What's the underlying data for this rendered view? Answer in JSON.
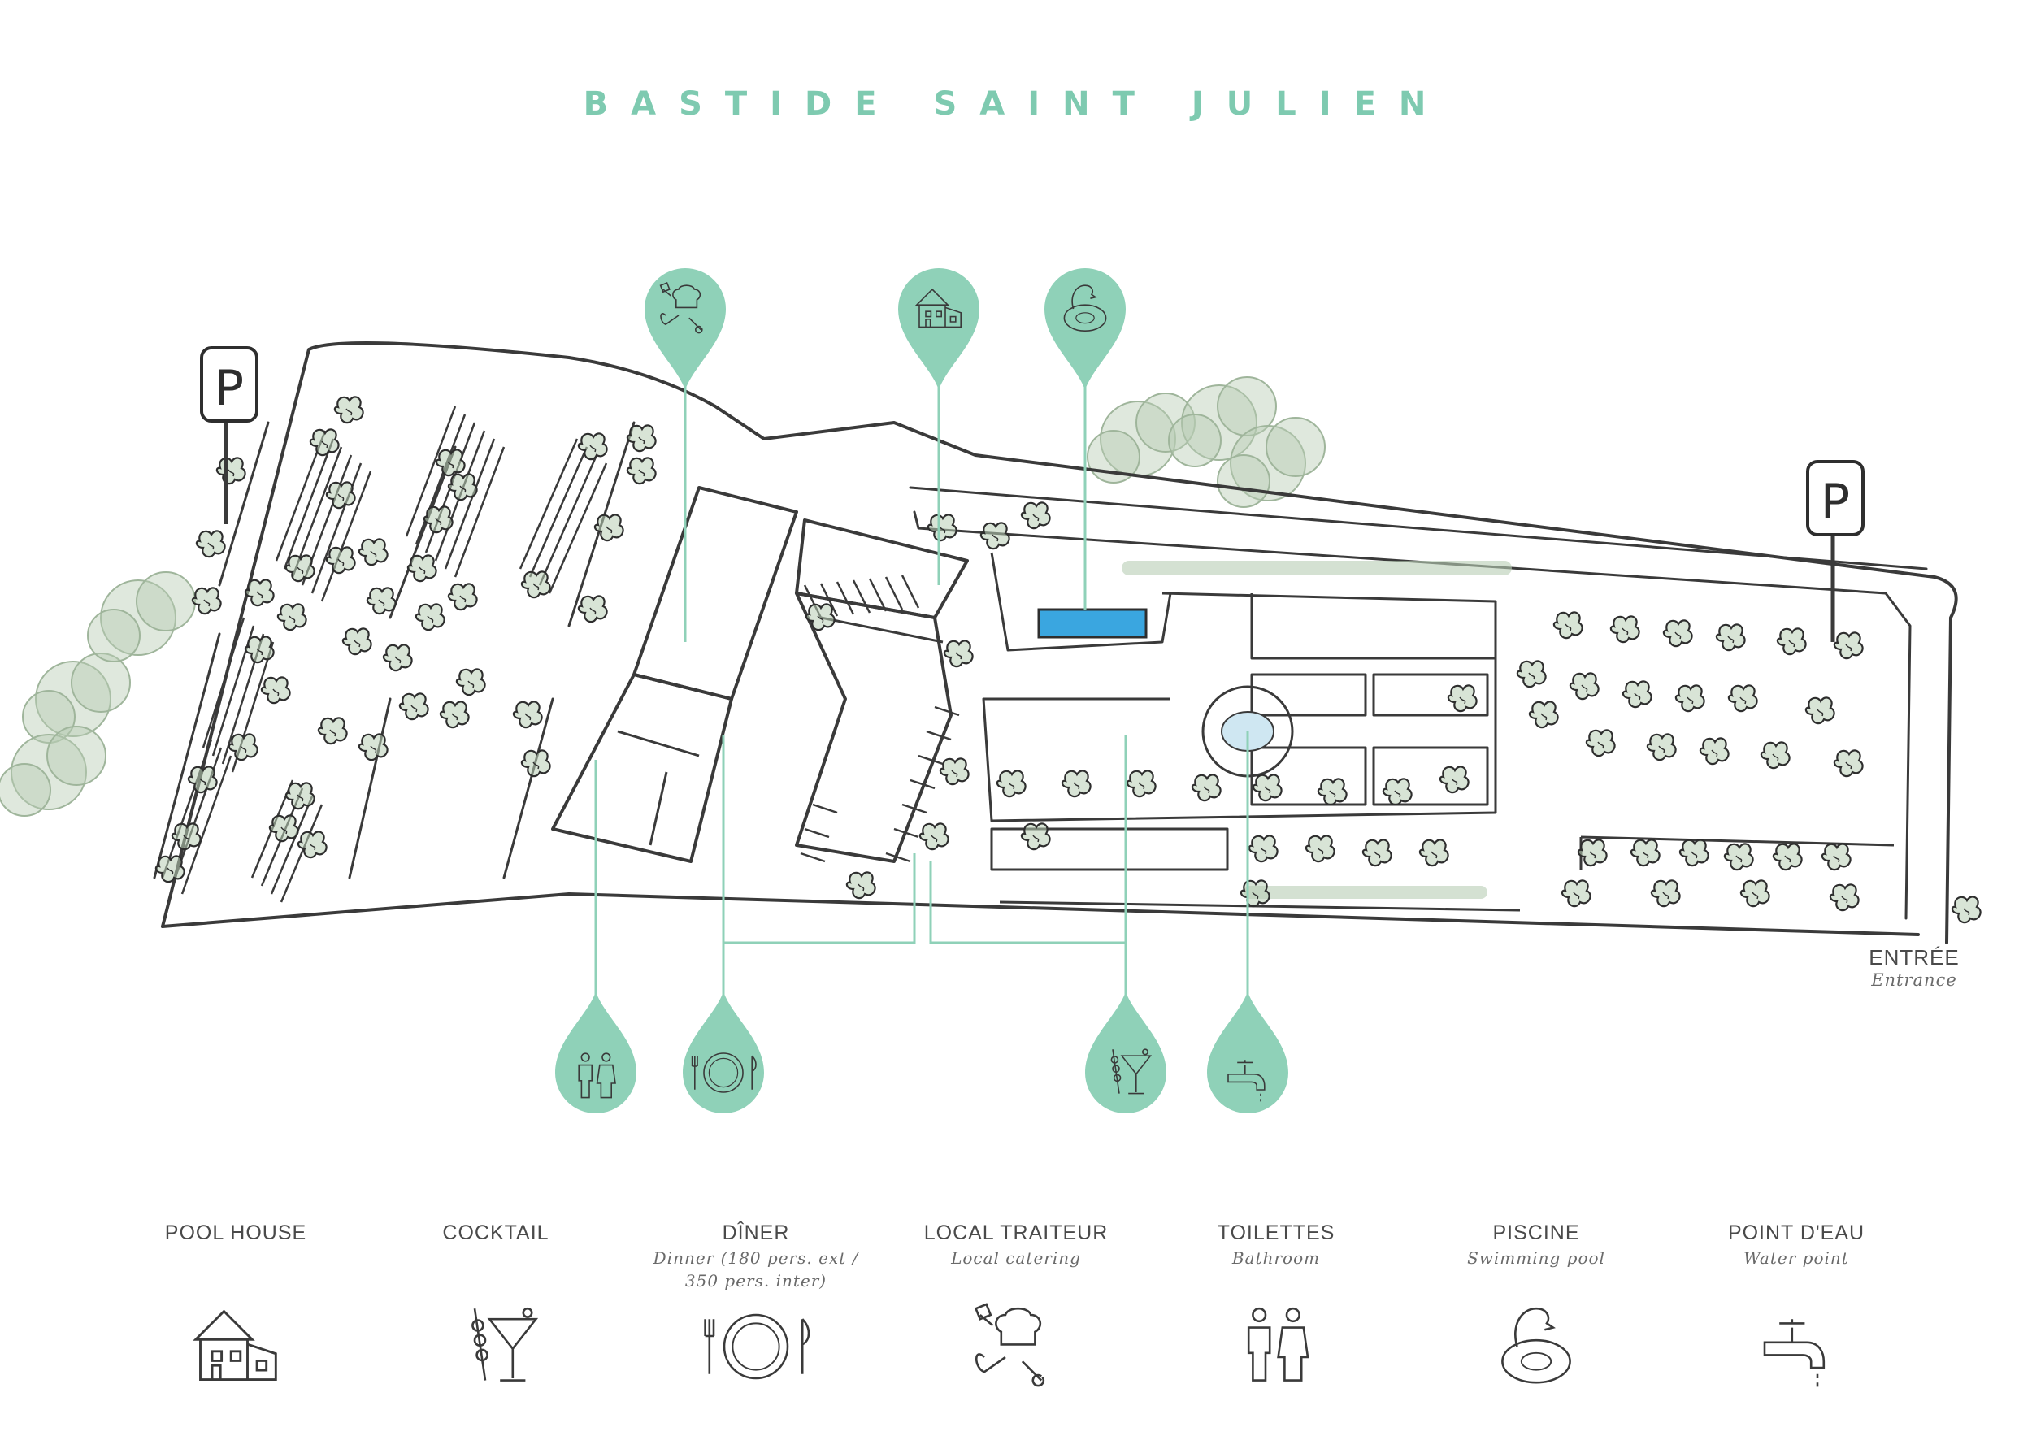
{
  "title": "BASTIDE SAINT JULIEN",
  "colors": {
    "accent": "#8fd1b8",
    "line": "#3a3a3a",
    "tree_fill": "#b8cdb4",
    "pool": "#3aa6e0",
    "title": "#7ecab0"
  },
  "entrance": {
    "label": "ENTRÉE",
    "sublabel": "Entrance"
  },
  "parking_sign": "P",
  "markers": [
    {
      "icon": "local-catering-icon"
    },
    {
      "icon": "pool-house-icon"
    },
    {
      "icon": "flamingo-float-icon"
    },
    {
      "icon": "toilets-icon"
    },
    {
      "icon": "dinner-plate-icon"
    },
    {
      "icon": "cocktail-glass-icon"
    },
    {
      "icon": "water-tap-icon"
    }
  ],
  "legend": [
    {
      "label": "POOL HOUSE",
      "sublabel": "",
      "icon": "pool-house-icon"
    },
    {
      "label": "COCKTAIL",
      "sublabel": "",
      "icon": "cocktail-glass-icon"
    },
    {
      "label": "DÎNER",
      "sublabel": "Dinner (180 pers. ext / 350 pers. inter)",
      "icon": "dinner-plate-icon"
    },
    {
      "label": "LOCAL TRAITEUR",
      "sublabel": "Local catering",
      "icon": "local-catering-icon"
    },
    {
      "label": "TOILETTES",
      "sublabel": "Bathroom",
      "icon": "toilets-icon"
    },
    {
      "label": "PISCINE",
      "sublabel": "Swimming pool",
      "icon": "flamingo-float-icon"
    },
    {
      "label": "POINT D'EAU",
      "sublabel": "Water point",
      "icon": "water-tap-icon"
    }
  ]
}
